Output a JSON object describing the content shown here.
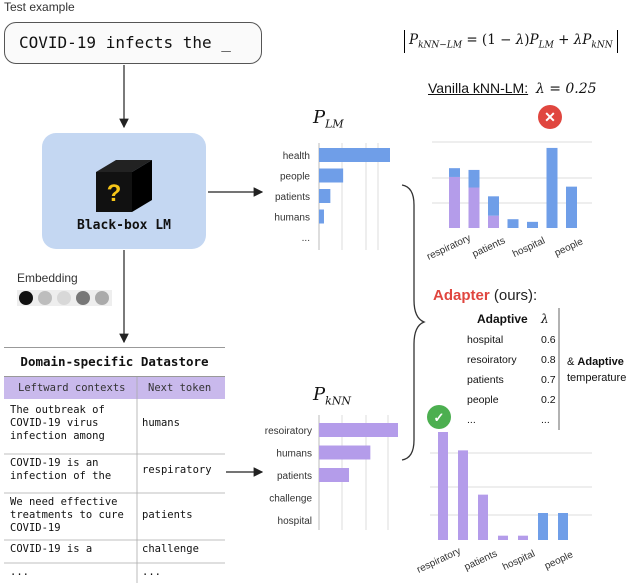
{
  "test_example": {
    "label": "Test example",
    "input": "COVID-19 infects the _"
  },
  "black_box": {
    "label": "Black-box LM",
    "question_mark": "?"
  },
  "embedding": {
    "label": "Embedding"
  },
  "formula": {
    "text": "P_kNN−LM = (1 − λ)P_LM + λP_kNN"
  },
  "vanilla": {
    "title": "Vanilla kNN-LM:",
    "lambda": "λ = 0.25",
    "status": "✕"
  },
  "adapter": {
    "title": "Adapter",
    "suffix": " (ours):",
    "status": "✓"
  },
  "plm": {
    "title": "P_LM",
    "categories": [
      "health",
      "people",
      "patients",
      "humans",
      "..."
    ],
    "values": [
      1.0,
      0.34,
      0.16,
      0.07,
      0
    ]
  },
  "pknn": {
    "title": "P_kNN",
    "categories": [
      "resoiratory",
      "humans",
      "patients",
      "challenge",
      "hospital"
    ],
    "values": [
      1.0,
      0.65,
      0.38,
      0,
      0
    ]
  },
  "vanilla_chart": {
    "categories": [
      "respiratory",
      "patients",
      "hospital",
      "people"
    ],
    "bars": [
      {
        "label": "respiratory",
        "purple": 0.58,
        "blue": 0.1
      },
      {
        "label": "",
        "purple": 0.46,
        "blue": 0.2
      },
      {
        "label": "patients",
        "purple": 0.14,
        "blue": 0.22
      },
      {
        "label": "",
        "purple": 0.0,
        "blue": 0.1
      },
      {
        "label": "hospital",
        "purple": 0.0,
        "blue": 0.07
      },
      {
        "label": "",
        "purple": 0.0,
        "blue": 0.91
      },
      {
        "label": "people",
        "purple": 0.0,
        "blue": 0.47
      }
    ]
  },
  "adapter_chart": {
    "categories": [
      "respiratory",
      "patients",
      "hospital",
      "people"
    ],
    "bars": [
      {
        "purple": 1.0,
        "blue": 0
      },
      {
        "purple": 0.83,
        "blue": 0
      },
      {
        "purple": 0.42,
        "blue": 0
      },
      {
        "purple": 0.04,
        "blue": 0
      },
      {
        "purple": 0.04,
        "blue": 0
      },
      {
        "purple": 0,
        "blue": 0.25
      },
      {
        "purple": 0,
        "blue": 0.25
      }
    ]
  },
  "adaptive_table": {
    "header": "Adaptive",
    "lambda_header": "λ",
    "rows": [
      {
        "word": "hospital",
        "value": "0.6"
      },
      {
        "word": "resoiratory",
        "value": "0.8"
      },
      {
        "word": "patients",
        "value": "0.7"
      },
      {
        "word": "people",
        "value": "0.2"
      },
      {
        "word": "...",
        "value": "..."
      }
    ],
    "note_prefix": "& ",
    "note_bold": "Adaptive",
    "note_rest": "temperature"
  },
  "datastore": {
    "title": "Domain-specific Datastore",
    "col_context": "Leftward contexts",
    "col_token": "Next token",
    "rows": [
      {
        "context": "The outbreak of\nCOVID-19 virus\ninfection among",
        "token": "humans"
      },
      {
        "context": "COVID-19 is an\ninfection of the",
        "token": "respiratory"
      },
      {
        "context": "We need effective\ntreatments to cure\nCOVID-19",
        "token": "patients"
      },
      {
        "context": "COVID-19 is a",
        "token": "challenge"
      },
      {
        "context": "...",
        "token": "..."
      }
    ]
  },
  "colors": {
    "blue": "#6f9ee8",
    "purple": "#b49cea",
    "box_blue": "#c4d7f2",
    "red": "#e0463f",
    "green": "#4caf50"
  }
}
